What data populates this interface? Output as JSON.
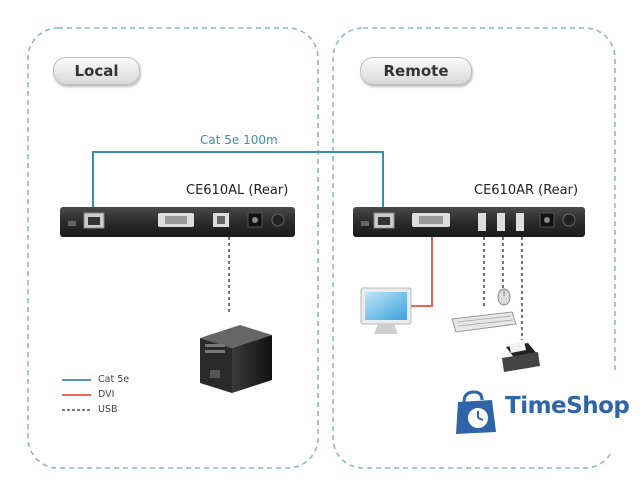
{
  "zones": {
    "local_label": "Local",
    "remote_label": "Remote"
  },
  "cable_label": "Cat 5e 100m",
  "devices": {
    "local_unit": "CE610AL (Rear)",
    "remote_unit": "CE610AR (Rear)"
  },
  "legend": [
    {
      "label": "Cat 5e",
      "color": "#3a8ea8",
      "style": "solid"
    },
    {
      "label": "DVI",
      "color": "#e0523a",
      "style": "solid"
    },
    {
      "label": "USB",
      "color": "#555555",
      "style": "dashed"
    }
  ],
  "watermark": {
    "brand": "TimeShop",
    "icon": "shopping-bag-clock-icon",
    "color": "#2f64a9"
  },
  "colors": {
    "zone_border": "#8bb8c8",
    "cat5e": "#3a8ea8",
    "dvi": "#e0523a",
    "usb": "#555555"
  }
}
